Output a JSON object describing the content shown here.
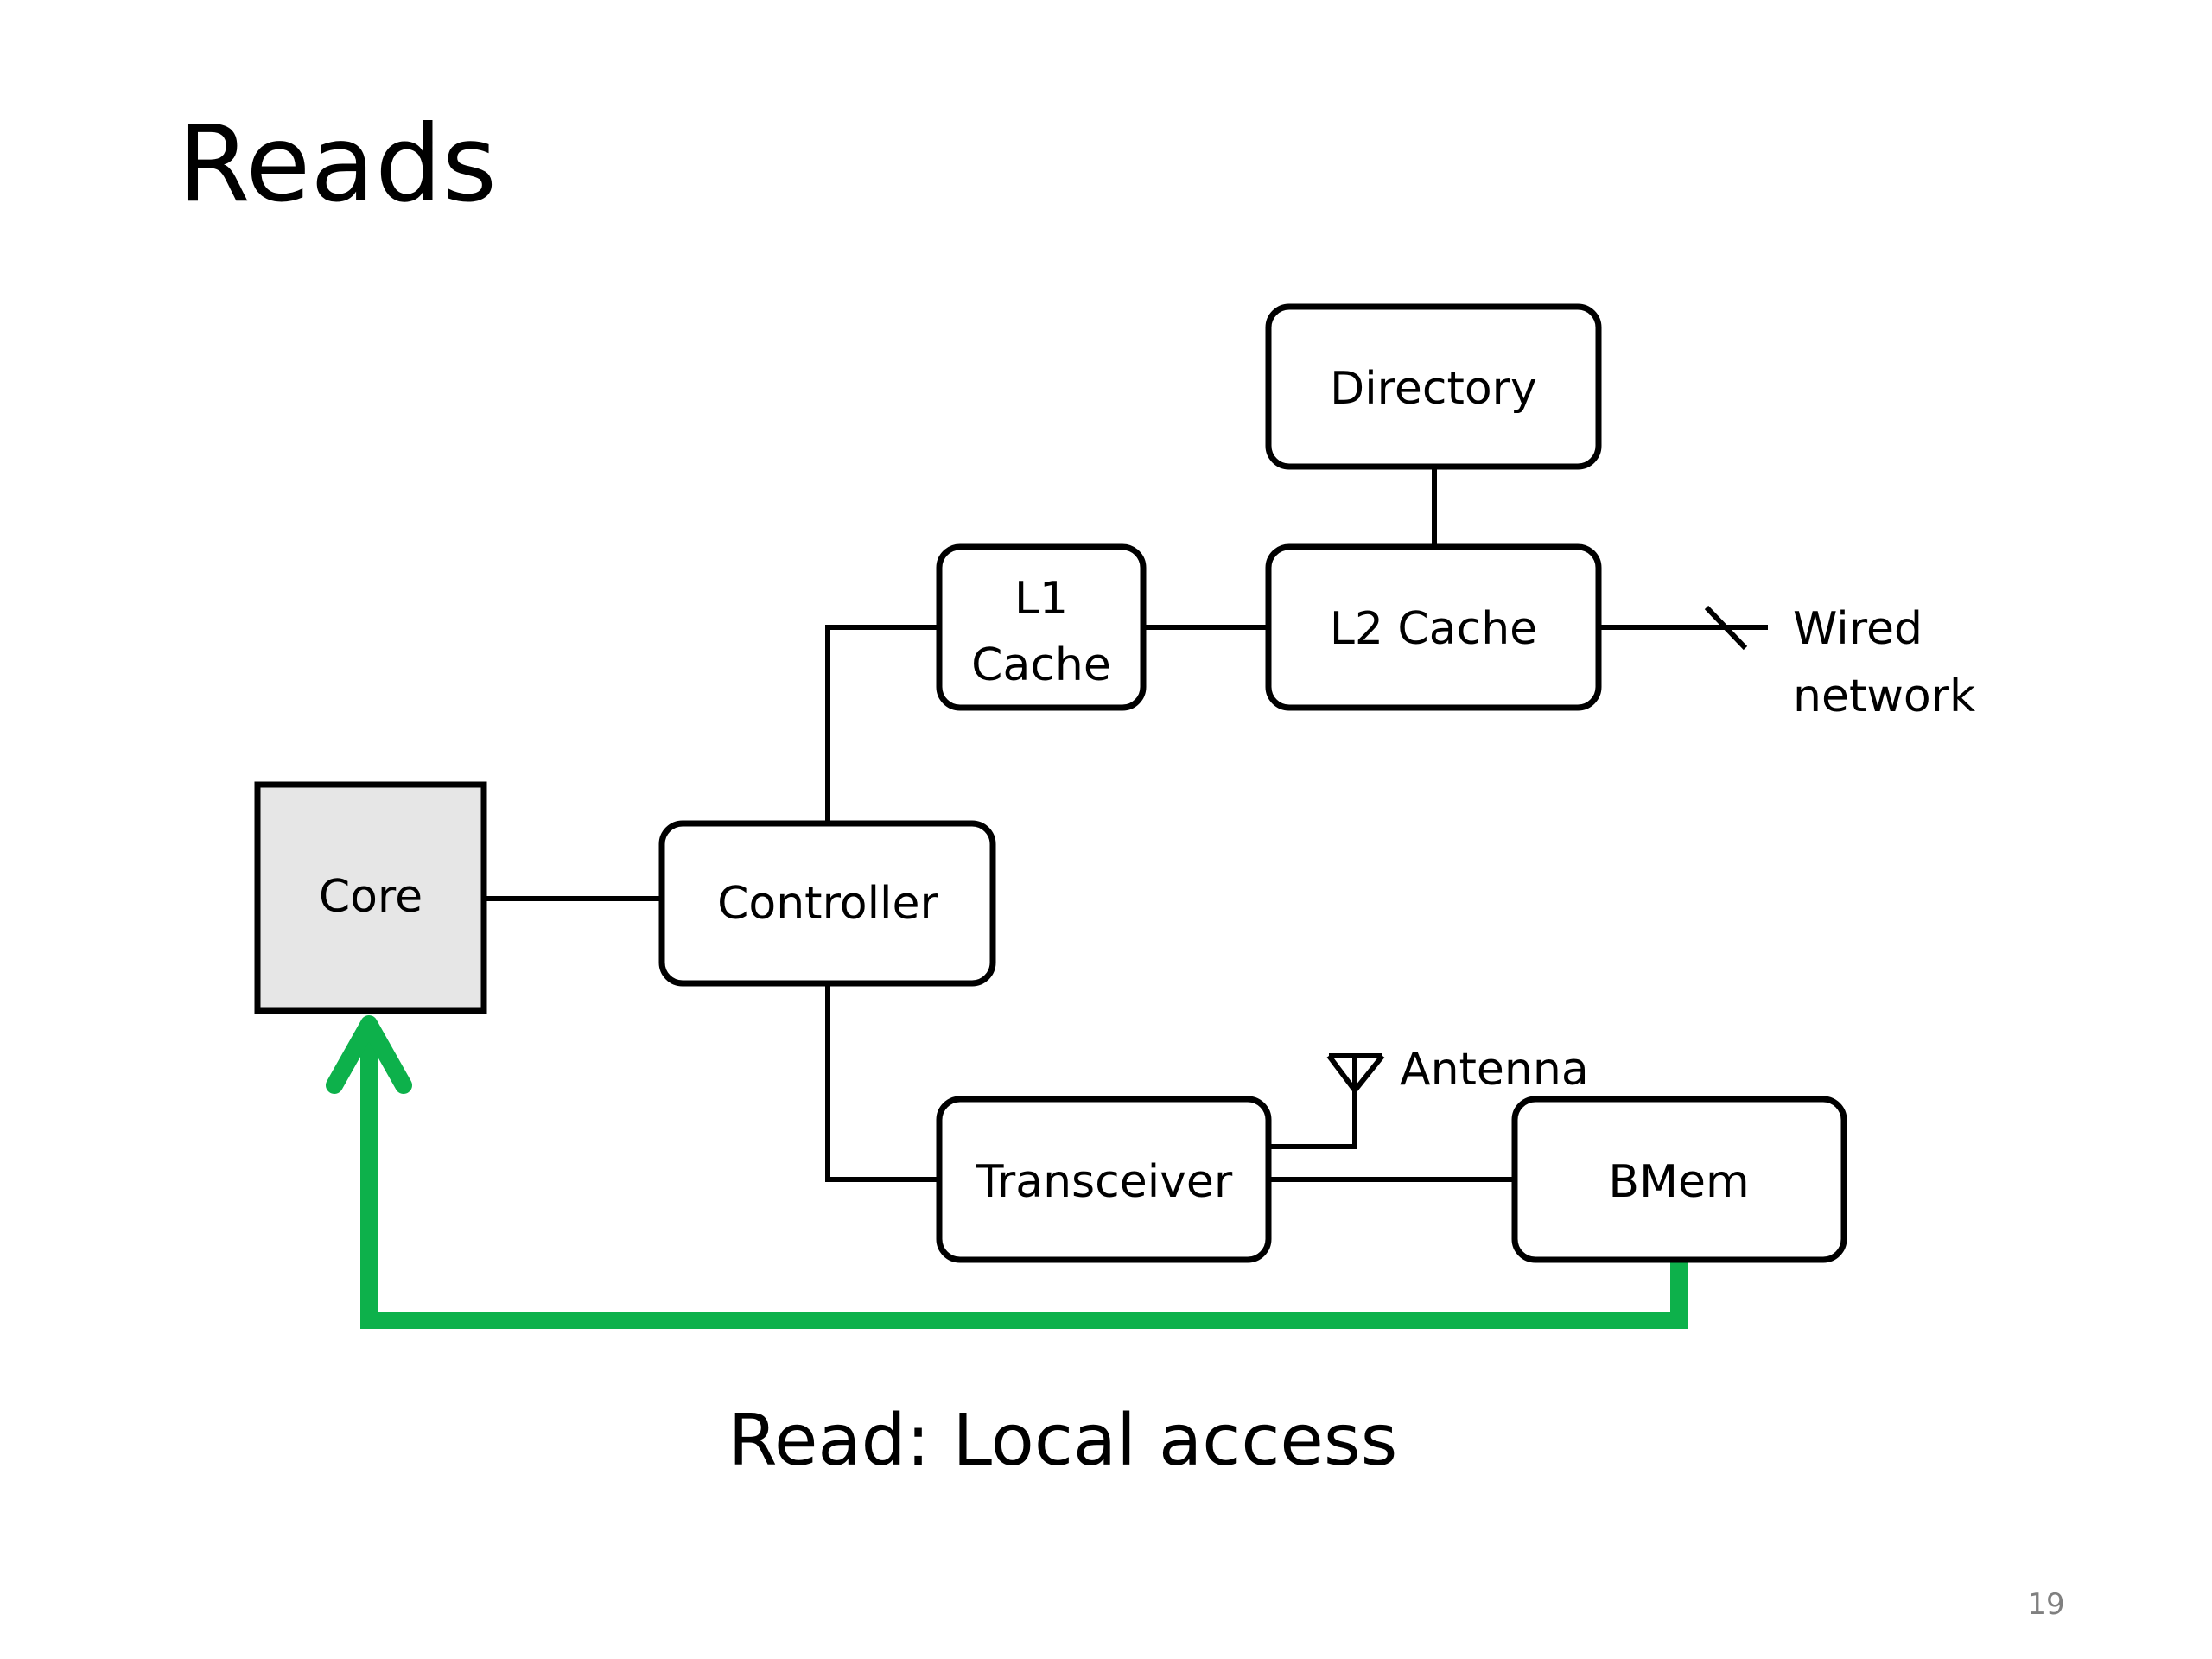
{
  "slide": {
    "title": "Reads",
    "caption": "Read: Local access",
    "page_number": "19"
  },
  "nodes": {
    "core": "Core",
    "controller": "Controller",
    "l1_cache_line1": "L1",
    "l1_cache_line2": "Cache",
    "l2_cache": "L2 Cache",
    "directory": "Directory",
    "transceiver": "Transceiver",
    "bmem": "BMem"
  },
  "labels": {
    "wired_line1": "Wired",
    "wired_line2": "network",
    "antenna": "Antenna"
  },
  "colors": {
    "core_fill": "#e6e6e6",
    "path_green": "#0db14b",
    "stroke": "#000000",
    "page_number": "#808080"
  }
}
